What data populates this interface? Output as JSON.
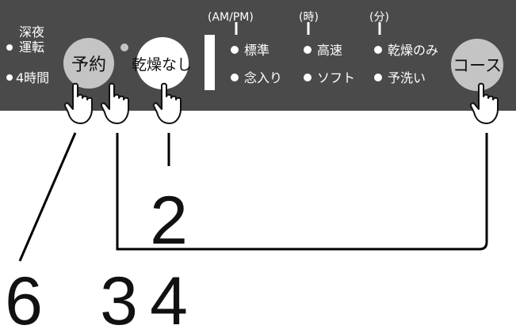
{
  "panel": {
    "left_indicators": [
      {
        "label_line1": "深夜",
        "label_line2": "運転"
      },
      {
        "label": "4時間"
      }
    ],
    "time_unit_labels": [
      "(AM/PM)",
      "(時)",
      "(分)"
    ],
    "course_options": [
      "標準",
      "念入り",
      "高速",
      "ソフト",
      "乾燥のみ",
      "予洗い"
    ]
  },
  "buttons": {
    "reserve": "予約",
    "no_dry": "乾燥なし",
    "course": "コース"
  },
  "step_numbers": {
    "no_dry_step": "2",
    "reserve_step": "6",
    "bottom_left": "3",
    "bottom_right": "4"
  },
  "colors": {
    "panel": "#4a4a4a",
    "button_gray": "#c4c4c4",
    "button_white": "#ffffff",
    "indicator": "#ffffff",
    "line": "#000000"
  }
}
